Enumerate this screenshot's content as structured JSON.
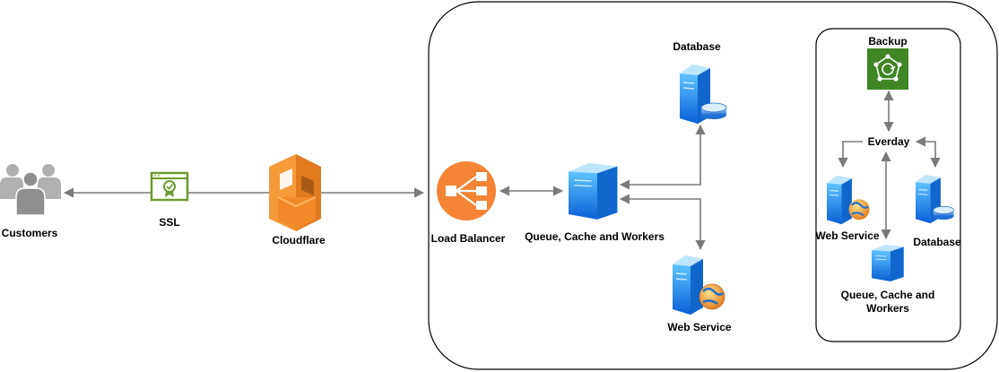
{
  "labels": {
    "customers": "Customers",
    "ssl": "SSL",
    "cloudflare": "Cloudflare",
    "load_balancer": "Load Balancer",
    "queue_main": "Queue, Cache and Workers",
    "database_main": "Database",
    "web_service_main": "Web Service",
    "backup": "Backup",
    "everyday": "Everday",
    "web_service_backup": "Web Service",
    "database_backup": "Database",
    "queue_backup_line1": "Queue, Cache and",
    "queue_backup_line2": "Workers"
  },
  "icons": {
    "customers": "users-group-icon",
    "ssl": "certificate-icon",
    "cloudflare": "cloudflare-icon",
    "load_balancer": "load-balancer-icon",
    "server": "server-icon",
    "database": "database-server-icon",
    "web_service": "web-server-icon",
    "backup": "backup-icon"
  },
  "colors": {
    "connector": "#7a7a7a",
    "ssl_green": "#6e9a2f",
    "cloudflare_orange": "#e07b20",
    "load_balancer_orange": "#f58536",
    "server_blue": "#1a7fe0",
    "backup_green": "#3f8624"
  }
}
